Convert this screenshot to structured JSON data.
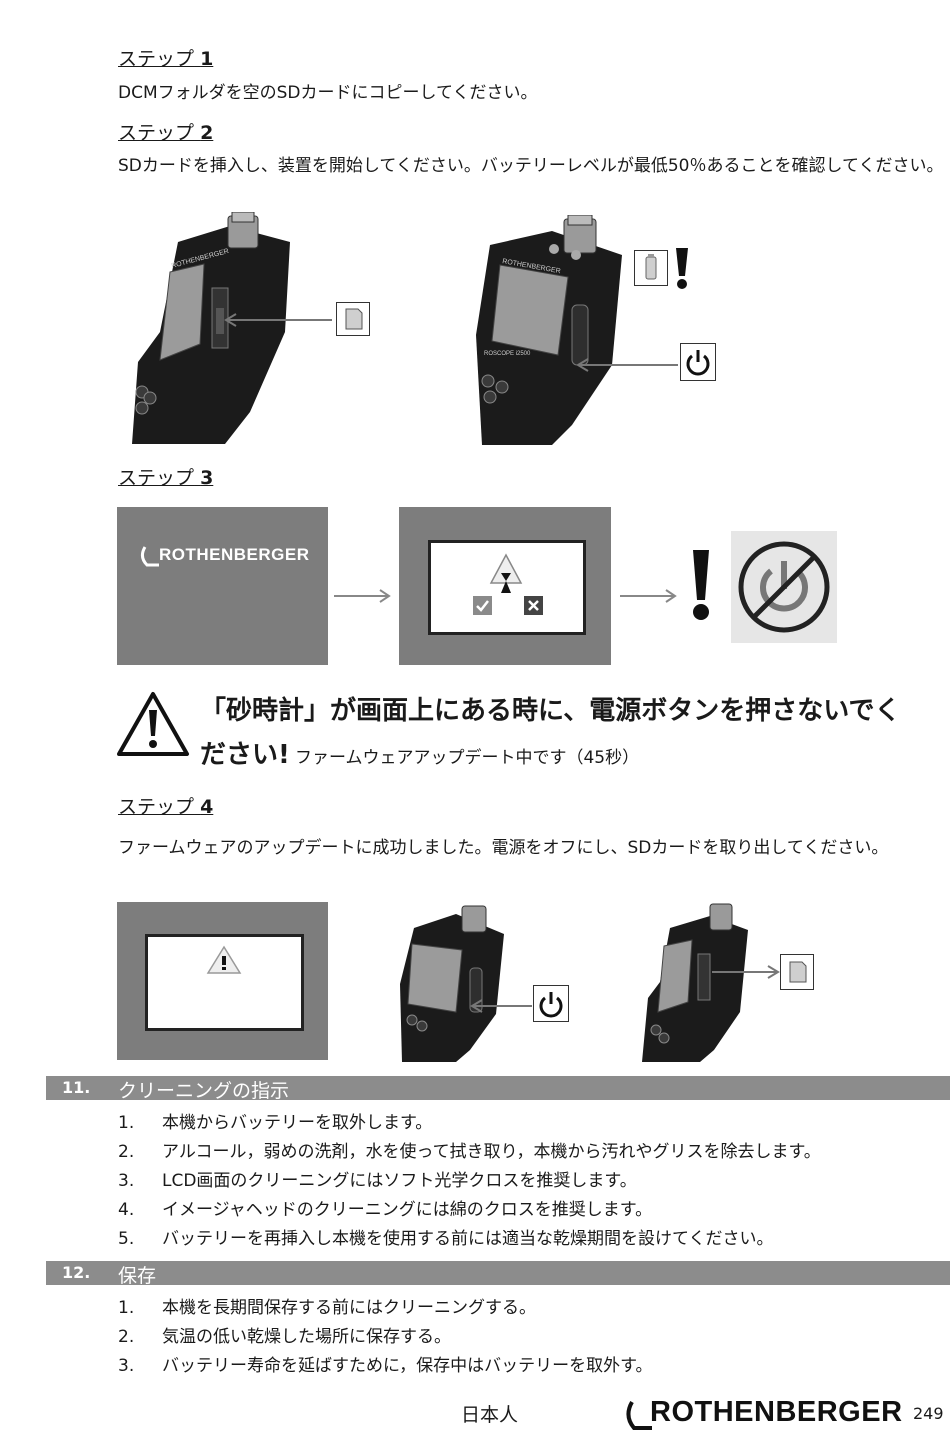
{
  "step1": {
    "label": "ステップ",
    "num": "1",
    "text": "DCMフォルダを空のSDカードにコピーしてください。"
  },
  "step2": {
    "label": "ステップ",
    "num": "2",
    "text": "SDカードを挿入し、装置を開始してください。バッテリーレベルが最低50％あることを確認してください。"
  },
  "step3": {
    "label": "ステップ",
    "num": "3"
  },
  "brand": "ROTHENBERGER",
  "device_model": "ROSCOPE i2500",
  "warning": {
    "bold_line1": "「砂時計」が画面上にある時に、電源ボタンを押さないでく",
    "bold_line2": "ださい!",
    "normal": "ファームウェアアップデート中です（45秒）"
  },
  "step4": {
    "label": "ステップ",
    "num": "4",
    "text": "ファームウェアのアップデートに成功しました。電源をオフにし、SDカードを取り出してください。"
  },
  "section11": {
    "num": "11.",
    "title": "クリーニングの指示",
    "items": [
      {
        "n": "1.",
        "t": "本機からバッテリーを取外します。"
      },
      {
        "n": "2.",
        "t": "アルコール，弱めの洗剤，水を使って拭き取り，本機から汚れやグリスを除去します。"
      },
      {
        "n": "3.",
        "t": "LCD画面のクリーニングにはソフト光学クロスを推奨します。"
      },
      {
        "n": "4.",
        "t": "イメージャヘッドのクリーニングには綿のクロスを推奨します。"
      },
      {
        "n": "5.",
        "t": "バッテリーを再挿入し本機を使用する前には適当な乾燥期間を設けてください。"
      }
    ]
  },
  "section12": {
    "num": "12.",
    "title": "保存",
    "items": [
      {
        "n": "1.",
        "t": "本機を長期間保存する前にはクリーニングする。"
      },
      {
        "n": "2.",
        "t": "気温の低い乾燥した場所に保存する。"
      },
      {
        "n": "3.",
        "t": "バッテリー寿命を延ばすために，保存中はバッテリーを取外す。"
      }
    ]
  },
  "footer": {
    "language": "日本人",
    "brand": "ROTHENBERGER",
    "page": "249"
  }
}
